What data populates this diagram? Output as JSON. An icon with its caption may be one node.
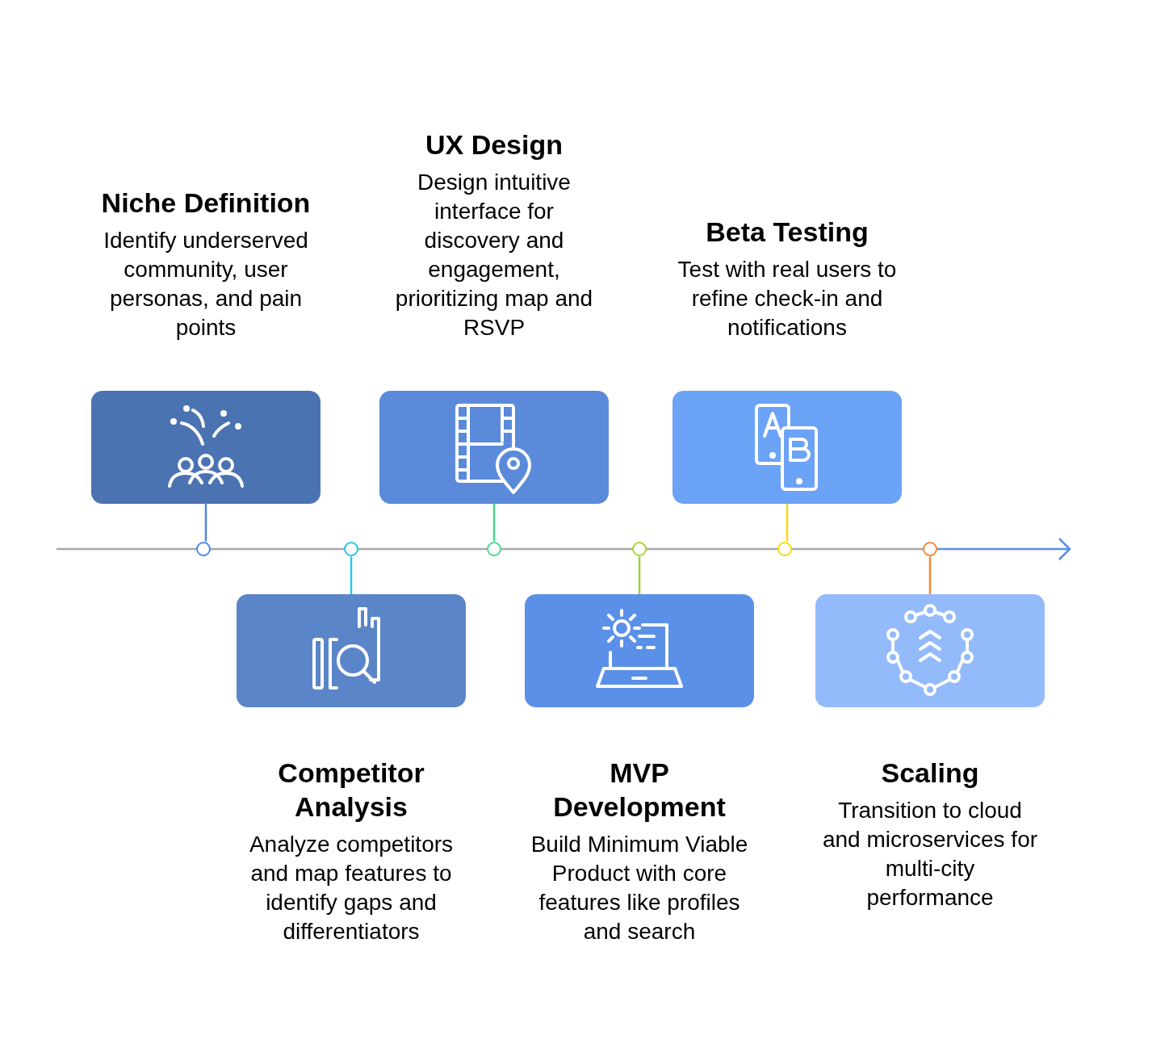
{
  "diagram": {
    "nodes": [
      {
        "text": [
          "Niche Definition",
          "Identify underserved community, user personas, and pain points"
        ]
      },
      {
        "text": [
          "Competitor Analysis",
          "Analyze competitors and map features to identify gaps and differentiators"
        ]
      },
      {
        "text": [
          "UX Design",
          "Design intuitive interface for discovery and engagement, prioritizing map and RSVP"
        ]
      },
      {
        "text": [
          "MVP Development",
          "Build Minimum Viable Product with core features like profiles and search"
        ]
      },
      {
        "text": [
          "Beta Testing",
          "Test with real users to refine check-in and notifications"
        ]
      },
      {
        "text": [
          "Scaling",
          "Transition to cloud and microservices for multi-city performance"
        ]
      },
      {
        "text": [],
        "shape": "circle"
      },
      {
        "text": [],
        "shape": "circle"
      },
      {
        "text": [],
        "shape": "circle"
      },
      {
        "text": [],
        "shape": "circle"
      },
      {
        "text": [],
        "shape": "circle"
      },
      {
        "text": [],
        "shape": "circle"
      }
    ],
    "edges": [
      {
        "from": 0,
        "to": 6,
        "arrow": "none",
        "color": "#4f86e8"
      },
      {
        "from": 1,
        "to": 7,
        "arrow": "none",
        "color": "#29c4e8"
      },
      {
        "from": 2,
        "to": 8,
        "arrow": "none",
        "color": "#4cd98a"
      },
      {
        "from": 3,
        "to": 9,
        "arrow": "none",
        "color": "#a3d631"
      },
      {
        "from": 4,
        "to": 10,
        "arrow": "none",
        "color": "#f5d90f"
      },
      {
        "from": 5,
        "to": 11,
        "arrow": "none",
        "color": "#f0883a"
      }
    ]
  }
}
